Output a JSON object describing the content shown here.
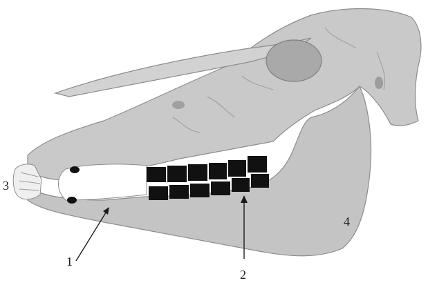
{
  "diagram": {
    "subject": "horse-skull-lateral-view",
    "colors": {
      "bone": "#c9c9c9",
      "bone_shadow": "#b3b3b3",
      "bone_outline": "#8c8c8c",
      "teeth": "#111111",
      "diastema": "#ffffff",
      "label_text": "#1a1a1a"
    },
    "labels": {
      "l1": "1",
      "l2": "2",
      "l3": "3",
      "l4": "4"
    }
  }
}
